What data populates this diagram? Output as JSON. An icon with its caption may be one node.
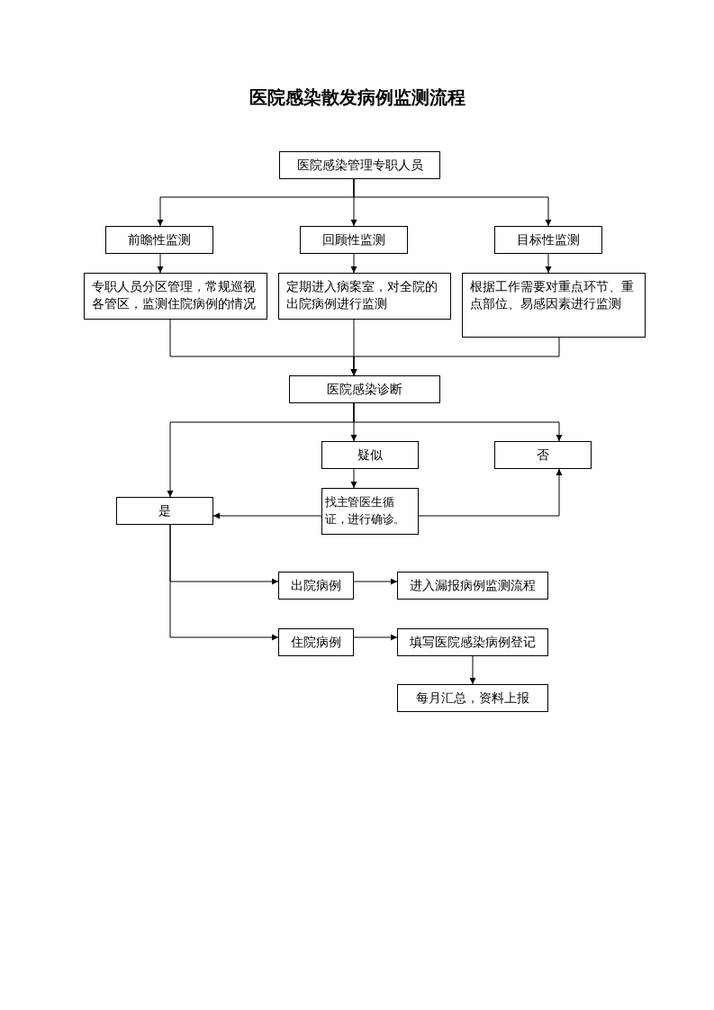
{
  "diagram": {
    "title": "医院感染散发病例监测流程",
    "nodes": [
      {
        "text": [
          "医院感染管理专职人员"
        ]
      },
      {
        "text": [
          "前瞻性监测"
        ]
      },
      {
        "text": [
          "回顾性监测"
        ]
      },
      {
        "text": [
          "目标性监测"
        ]
      },
      {
        "text": [
          "专职人员分区管理，常规巡视各管区，监测住院病例的情况"
        ]
      },
      {
        "text": [
          "定期进入病案室，对全院的出院病例进行监测"
        ]
      },
      {
        "text": [
          "根据工作需要对重点环节、重点部位、易感因素进行监测"
        ]
      },
      {
        "text": [
          "医院感染诊断"
        ]
      },
      {
        "text": [
          "疑似"
        ]
      },
      {
        "text": [
          "否"
        ]
      },
      {
        "text": [
          "是"
        ]
      },
      {
        "text": [
          "找主管医生循证，进行确诊。"
        ]
      },
      {
        "text": [
          "出院病例"
        ]
      },
      {
        "text": [
          "进入漏报病例监测流程"
        ]
      },
      {
        "text": [
          "住院病例"
        ]
      },
      {
        "text": [
          "填写医院感染病例登记"
        ]
      },
      {
        "text": [
          "每月汇总，资料上报"
        ]
      }
    ],
    "edges": [
      {
        "from": 0,
        "to": 1,
        "arrow": "to"
      },
      {
        "from": 0,
        "to": 2,
        "arrow": "to"
      },
      {
        "from": 0,
        "to": 3,
        "arrow": "to"
      },
      {
        "from": 1,
        "to": 4,
        "arrow": "to"
      },
      {
        "from": 2,
        "to": 5,
        "arrow": "to"
      },
      {
        "from": 3,
        "to": 6,
        "arrow": "to"
      },
      {
        "from": 4,
        "to": 7,
        "arrow": "to"
      },
      {
        "from": 5,
        "to": 7,
        "arrow": "to"
      },
      {
        "from": 6,
        "to": 7,
        "arrow": "to"
      },
      {
        "from": 7,
        "to": 8,
        "arrow": "to"
      },
      {
        "from": 7,
        "to": 9,
        "arrow": "to"
      },
      {
        "from": 7,
        "to": 10,
        "arrow": "to"
      },
      {
        "from": 8,
        "to": 11,
        "arrow": "to"
      },
      {
        "from": 11,
        "to": 10,
        "arrow": "to"
      },
      {
        "from": 11,
        "to": 9,
        "arrow": "to"
      },
      {
        "from": 10,
        "to": 12,
        "arrow": "to"
      },
      {
        "from": 10,
        "to": 14,
        "arrow": "to"
      },
      {
        "from": 12,
        "to": 13,
        "arrow": "to"
      },
      {
        "from": 14,
        "to": 15,
        "arrow": "to"
      },
      {
        "from": 15,
        "to": 16,
        "arrow": "to"
      }
    ]
  }
}
